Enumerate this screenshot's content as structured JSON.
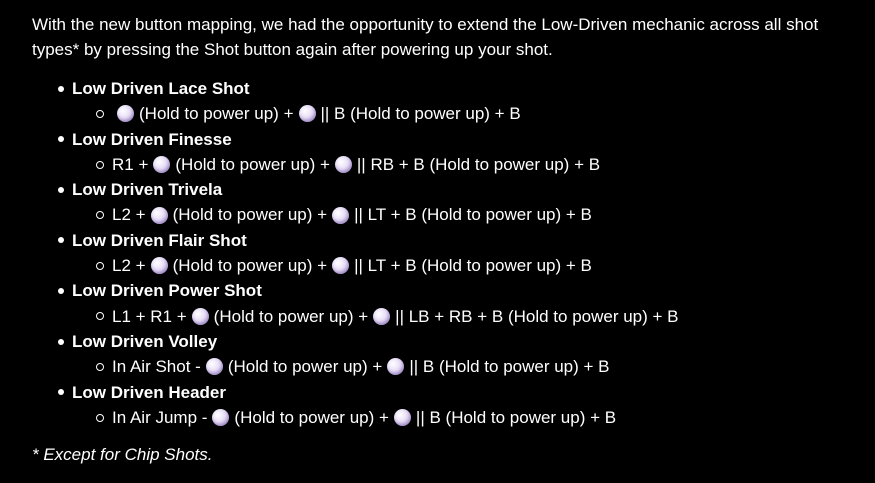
{
  "intro": "With the new button mapping, we had the opportunity to extend the Low-Driven mechanic across all shot types* by pressing the Shot button again after powering up your shot.",
  "shots": [
    {
      "title": "Low Driven Lace Shot",
      "prefix": "",
      "hold": "(Hold to power up) +",
      "alt": "|| B (Hold to power up) + B"
    },
    {
      "title": "Low Driven Finesse",
      "prefix": "R1 +",
      "hold": "(Hold to power up) +",
      "alt": "|| RB + B (Hold to power up) + B"
    },
    {
      "title": "Low Driven Trivela",
      "prefix": "L2 +",
      "hold": "(Hold to power up) +",
      "alt": "|| LT + B (Hold to power up) + B"
    },
    {
      "title": "Low Driven Flair Shot",
      "prefix": "L2 +",
      "hold": "(Hold to power up) +",
      "alt": "|| LT + B (Hold to power up) + B"
    },
    {
      "title": "Low Driven Power Shot",
      "prefix": "L1 + R1 +",
      "hold": "(Hold to power up) +",
      "alt": "|| LB + RB + B (Hold to power up) + B"
    },
    {
      "title": "Low Driven Volley",
      "prefix": "In Air Shot -",
      "hold": "(Hold to power up) +",
      "alt": "|| B (Hold to power up) + B"
    },
    {
      "title": "Low Driven Header",
      "prefix": "In Air Jump -",
      "hold": "(Hold to power up) +",
      "alt": "|| B (Hold to power up) + B"
    }
  ],
  "icon": "circle-button-icon",
  "icon_color": "#e6dcf5",
  "footnote": "* Except for Chip Shots."
}
